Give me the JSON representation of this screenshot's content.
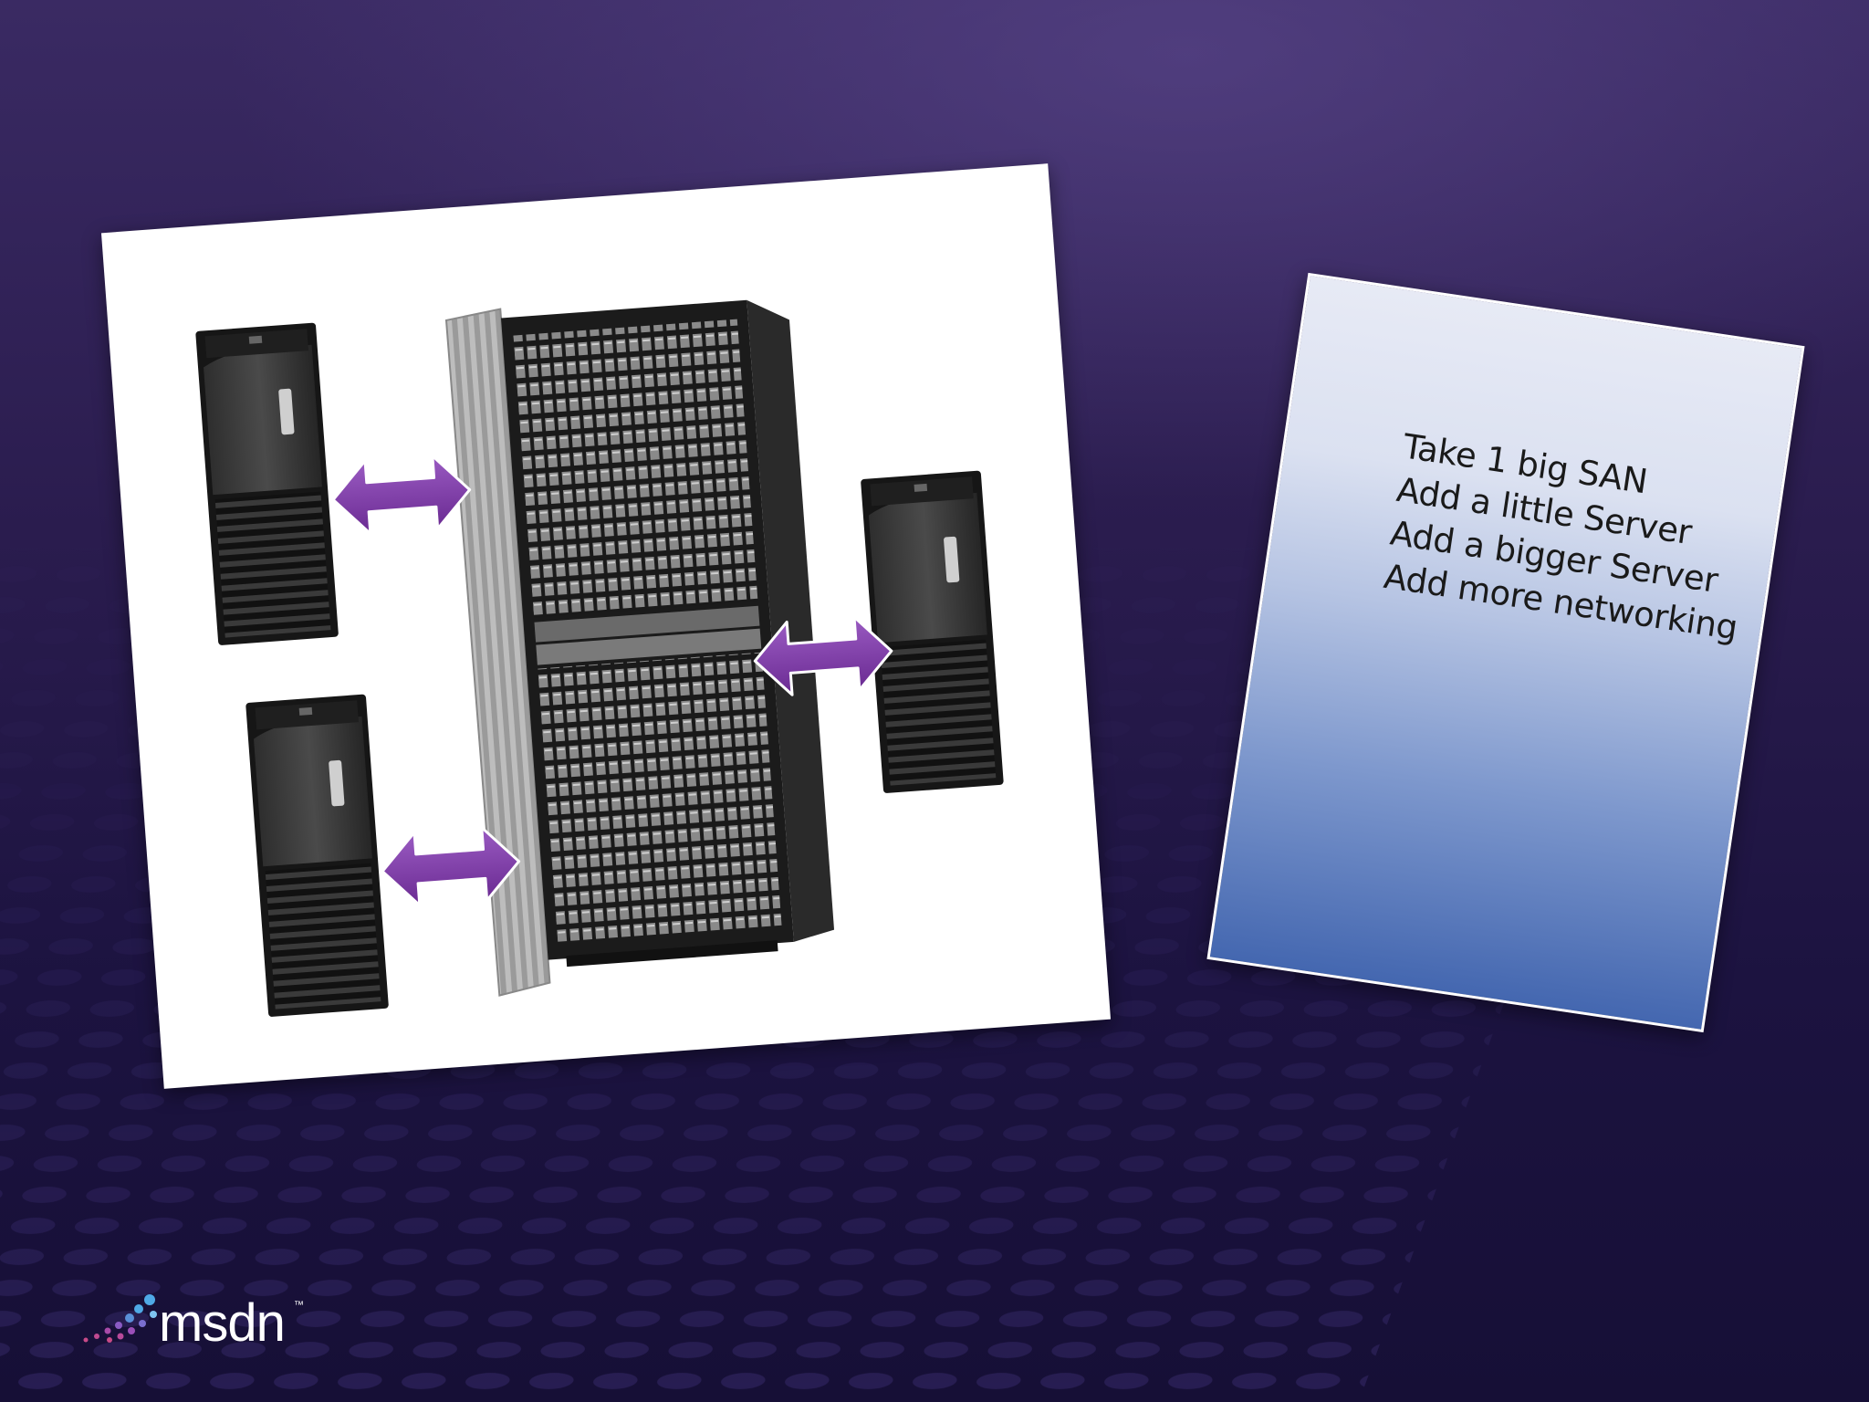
{
  "slide": {
    "diagram": {
      "items": [
        {
          "id": "small-server-top-left",
          "kind": "server-tower"
        },
        {
          "id": "small-server-bottom-left",
          "kind": "server-tower"
        },
        {
          "id": "big-san-rack",
          "kind": "storage-rack"
        },
        {
          "id": "server-right",
          "kind": "server-tower"
        }
      ],
      "connections": [
        {
          "from": "small-server-top-left",
          "to": "big-san-rack",
          "style": "double-arrow"
        },
        {
          "from": "small-server-bottom-left",
          "to": "big-san-rack",
          "style": "double-arrow"
        },
        {
          "from": "big-san-rack",
          "to": "server-right",
          "style": "double-arrow"
        }
      ],
      "arrow_color": "#7b3aa3"
    },
    "notes": [
      "Take 1 big SAN",
      "Add a little Server",
      "Add a bigger Server",
      "Add more networking"
    ],
    "logo": {
      "text": "msdn",
      "trademark": "™"
    }
  },
  "colors": {
    "background": "#2a1c4e",
    "card": "#ffffff",
    "note_top": "#e7eaf5",
    "note_bottom": "#4467b0"
  }
}
